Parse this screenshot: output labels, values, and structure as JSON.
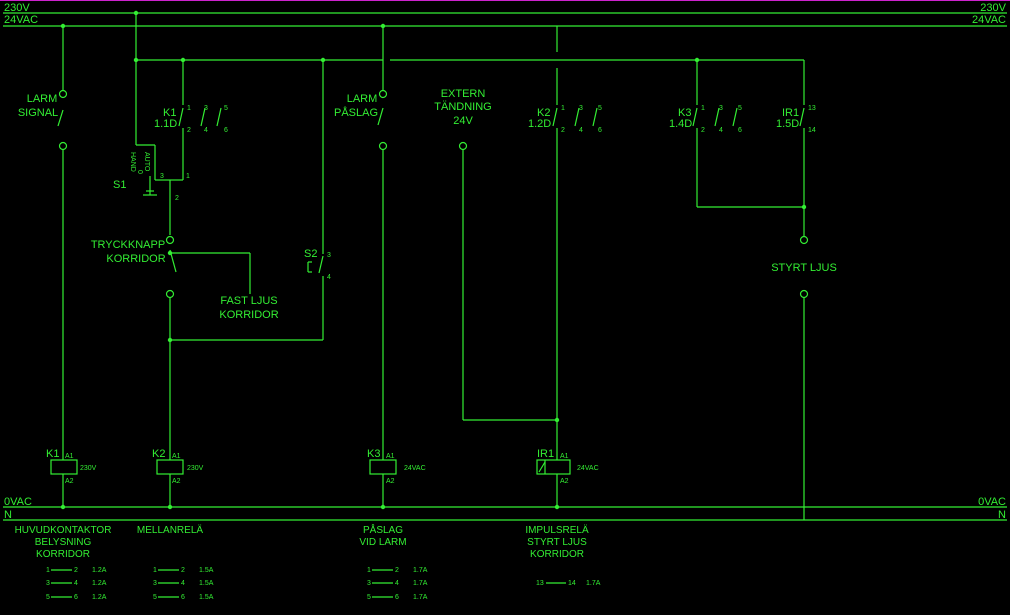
{
  "rails": {
    "top_left": "230V",
    "top_right": "230V",
    "ctrl_left": "24VAC",
    "ctrl_right": "24VAC",
    "zero_left": "0VAC",
    "zero_right": "0VAC",
    "n_left": "N",
    "n_right": "N"
  },
  "labels": {
    "larm_signal_1": "LARM",
    "larm_signal_2": "SIGNAL",
    "k1_name": "K1",
    "k1_ref": "1.1D",
    "s1_name": "S1",
    "s1_hand": "HAND",
    "s1_auto": "AUTO",
    "s1_zero": "0",
    "trycknapp_1": "TRYCKKNAPP",
    "trycknapp_2": "KORRIDOR",
    "fast_ljus_1": "FAST LJUS",
    "fast_ljus_2": "KORRIDOR",
    "s2_name": "S2",
    "larm_paslag_1": "LARM",
    "larm_paslag_2": "PÅSLAG",
    "extern_1": "EXTERN",
    "extern_2": "TÄNDNING",
    "extern_3": "24V",
    "k2_name": "K2",
    "k2_ref": "1.2D",
    "k3_name": "K3",
    "k3_ref": "1.4D",
    "ir1_name": "IR1",
    "ir1_ref": "1.5D",
    "styrt_ljus": "STYRT LJUS"
  },
  "pins": {
    "p1": "1",
    "p2": "2",
    "p3": "3",
    "p4": "4",
    "p5": "5",
    "p6": "6",
    "p13": "13",
    "p14": "14",
    "a1": "A1",
    "a2": "A2"
  },
  "coils": [
    {
      "name": "K1",
      "voltage": "230V"
    },
    {
      "name": "K2",
      "voltage": "230V"
    },
    {
      "name": "K3",
      "voltage": "24VAC"
    },
    {
      "name": "IR1",
      "voltage": "24VAC"
    }
  ],
  "descriptions": {
    "k1_1": "HUVUDKONTAKTOR",
    "k1_2": "BELYSNING",
    "k1_3": "KORRIDOR",
    "k2_1": "MELLANRELÄ",
    "k3_1": "PÅSLAG",
    "k3_2": "VID LARM",
    "ir1_1": "IMPULSRELÄ",
    "ir1_2": "STYRT LJUS",
    "ir1_3": "KORRIDOR"
  },
  "contact_tables": {
    "k1": [
      {
        "a": "1",
        "b": "2",
        "ref": "1.2A"
      },
      {
        "a": "3",
        "b": "4",
        "ref": "1.2A"
      },
      {
        "a": "5",
        "b": "6",
        "ref": "1.2A"
      }
    ],
    "k2": [
      {
        "a": "1",
        "b": "2",
        "ref": "1.5A"
      },
      {
        "a": "3",
        "b": "4",
        "ref": "1.5A"
      },
      {
        "a": "5",
        "b": "6",
        "ref": "1.5A"
      }
    ],
    "k3": [
      {
        "a": "1",
        "b": "2",
        "ref": "1.7A"
      },
      {
        "a": "3",
        "b": "4",
        "ref": "1.7A"
      },
      {
        "a": "5",
        "b": "6",
        "ref": "1.7A"
      }
    ],
    "ir1": [
      {
        "a": "13",
        "b": "14",
        "ref": "1.7A"
      }
    ]
  }
}
